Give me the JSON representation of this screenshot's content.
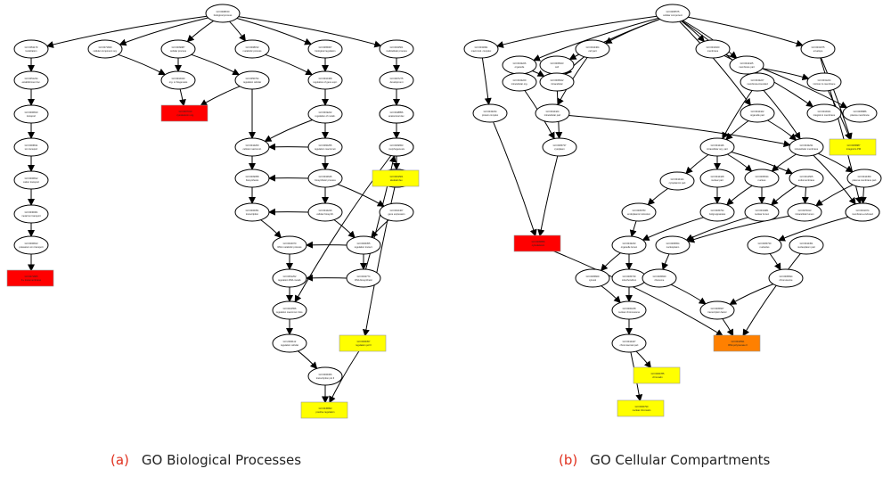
{
  "captions": {
    "a": {
      "letter": "(a)",
      "text": "GO Biological Processes"
    },
    "b": {
      "letter": "(b)",
      "text": "GO Cellular Compartments"
    }
  },
  "colors": {
    "highlight_strong": "#ff0000",
    "highlight_medium": "#ff8000",
    "highlight_weak": "#ffff00",
    "node_stroke": "#000000",
    "edge": "#000000"
  },
  "graphs": [
    {
      "id": "bp",
      "nodes": [
        {
          "id": "r",
          "shape": "ellipse",
          "label": "GO:0008150 biological process"
        },
        {
          "id": "c1",
          "shape": "ellipse",
          "label": "GO:0051179 localization"
        },
        {
          "id": "c2",
          "shape": "ellipse",
          "label": "GO:0071840 cellular component org."
        },
        {
          "id": "c3",
          "shape": "ellipse",
          "label": "GO:0009987 cellular process"
        },
        {
          "id": "c4",
          "shape": "ellipse",
          "label": "GO:0008152 metabolic process"
        },
        {
          "id": "c5",
          "shape": "ellipse",
          "label": "GO:0065007 biological regulation"
        },
        {
          "id": "c6",
          "shape": "ellipse",
          "label": "GO:0032501 multicellular process"
        },
        {
          "id": "L2",
          "shape": "ellipse",
          "label": "GO:0051234 establishment loc."
        },
        {
          "id": "L3",
          "shape": "ellipse",
          "label": "GO:0006810 transport"
        },
        {
          "id": "L4",
          "shape": "ellipse",
          "label": "GO:0006811 ion transport"
        },
        {
          "id": "L5",
          "shape": "ellipse",
          "label": "GO:0006812 cation transport"
        },
        {
          "id": "L6",
          "shape": "ellipse",
          "label": "GO:0030001 metal ion transport"
        },
        {
          "id": "L7",
          "shape": "ellipse",
          "label": "GO:0006813 potassium ion transport"
        },
        {
          "id": "L8",
          "shape": "rect",
          "fill": "red",
          "label": "GO:0071805 K+ transmembrane"
        },
        {
          "id": "m1",
          "shape": "ellipse",
          "label": "GO:0016043 org. or biogenesis"
        },
        {
          "id": "m2",
          "shape": "ellipse",
          "label": "GO:0050794 regulation cellular"
        },
        {
          "id": "mr",
          "shape": "rect",
          "fill": "red",
          "label": "GO:0007010 cytoskeleton org."
        },
        {
          "id": "g2",
          "shape": "ellipse",
          "label": "GO:0010468 regulation of gene expr."
        },
        {
          "id": "g3",
          "shape": "ellipse",
          "label": "GO:0019222 regulation of metab."
        },
        {
          "id": "g4",
          "shape": "ellipse",
          "label": "GO:0060255 regulation macromol."
        },
        {
          "id": "h3",
          "shape": "ellipse",
          "label": "GO:0044260 cellular macromol."
        },
        {
          "id": "h4",
          "shape": "ellipse",
          "label": "GO:0034645 biosynthetic process"
        },
        {
          "id": "i1",
          "shape": "ellipse",
          "label": "GO:0009058 biosynthesis"
        },
        {
          "id": "i2",
          "shape": "ellipse",
          "label": "GO:0044249 cellular biosynth."
        },
        {
          "id": "i3",
          "shape": "ellipse",
          "label": "GO:0010467 gene expression"
        },
        {
          "id": "j1",
          "shape": "ellipse",
          "label": "GO:0006351 transcription"
        },
        {
          "id": "j2",
          "shape": "ellipse",
          "label": "GO:0006355 regulation transcr."
        },
        {
          "id": "j3",
          "shape": "ellipse",
          "label": "GO:0045449 regulation RNA"
        },
        {
          "id": "k1",
          "shape": "ellipse",
          "label": "GO:0016070 RNA metabolic process"
        },
        {
          "id": "k2",
          "shape": "ellipse",
          "label": "GO:0032774 RNA biosynthetic"
        },
        {
          "id": "l1",
          "shape": "ellipse",
          "label": "GO:0051252 regulation RNA metab."
        },
        {
          "id": "l2",
          "shape": "ellipse",
          "label": "GO:0031326 regulation biosynth."
        },
        {
          "id": "n1",
          "shape": "ellipse",
          "label": "GO:0010556 regulation macromol. bios."
        },
        {
          "id": "n2",
          "shape": "ellipse",
          "label": "GO:0009889 regulation of biosynthesis"
        },
        {
          "id": "p1",
          "shape": "ellipse",
          "label": "GO:2000112 regulation cellular"
        },
        {
          "id": "ry",
          "shape": "rect",
          "fill": "yellow",
          "label": "GO:0006357 regulation pol II"
        },
        {
          "id": "q1",
          "shape": "ellipse",
          "label": "GO:0006366 transcription pol II"
        },
        {
          "id": "fy",
          "shape": "rect",
          "fill": "yellow",
          "label": "GO:0045893 positive regulation"
        },
        {
          "id": "r2",
          "shape": "ellipse",
          "label": "GO:0007275 development"
        },
        {
          "id": "r3",
          "shape": "ellipse",
          "label": "GO:0048856 anatomical dev."
        },
        {
          "id": "r4",
          "shape": "ellipse",
          "label": "GO:0009653 morphogenesis"
        },
        {
          "id": "r5",
          "shape": "ellipse",
          "label": "GO:0048513 organ development"
        },
        {
          "id": "ry2",
          "shape": "rect",
          "fill": "yellow",
          "label": "GO:0001501 skeletal dev."
        }
      ],
      "edges": [
        [
          "r",
          "c1"
        ],
        [
          "r",
          "c2"
        ],
        [
          "r",
          "c3"
        ],
        [
          "r",
          "c4"
        ],
        [
          "r",
          "c5"
        ],
        [
          "r",
          "c6"
        ],
        [
          "c1",
          "L2"
        ],
        [
          "L2",
          "L3"
        ],
        [
          "L3",
          "L4"
        ],
        [
          "L4",
          "L5"
        ],
        [
          "L5",
          "L6"
        ],
        [
          "L6",
          "L7"
        ],
        [
          "L7",
          "L8"
        ],
        [
          "c2",
          "m1"
        ],
        [
          "c3",
          "m1"
        ],
        [
          "c3",
          "m2"
        ],
        [
          "m1",
          "mr"
        ],
        [
          "m2",
          "mr"
        ],
        [
          "m2",
          "h3"
        ],
        [
          "c4",
          "g2"
        ],
        [
          "c5",
          "g2"
        ],
        [
          "g2",
          "g3"
        ],
        [
          "g3",
          "g4"
        ],
        [
          "g3",
          "h3"
        ],
        [
          "g4",
          "h3"
        ],
        [
          "g4",
          "h4"
        ],
        [
          "h3",
          "i1"
        ],
        [
          "h4",
          "i1"
        ],
        [
          "h4",
          "i2"
        ],
        [
          "h4",
          "i3"
        ],
        [
          "i1",
          "j1"
        ],
        [
          "i2",
          "j1"
        ],
        [
          "i2",
          "j2"
        ],
        [
          "i3",
          "j2"
        ],
        [
          "j1",
          "k1"
        ],
        [
          "j2",
          "k1"
        ],
        [
          "j2",
          "k2"
        ],
        [
          "k1",
          "l1"
        ],
        [
          "k2",
          "l2"
        ],
        [
          "k2",
          "l1"
        ],
        [
          "l1",
          "n1"
        ],
        [
          "l2",
          "n1"
        ],
        [
          "l2",
          "n2"
        ],
        [
          "n1",
          "p1"
        ],
        [
          "n2",
          "ry"
        ],
        [
          "p1",
          "q1"
        ],
        [
          "q1",
          "fy"
        ],
        [
          "ry",
          "fy"
        ],
        [
          "c6",
          "r2"
        ],
        [
          "r2",
          "r3"
        ],
        [
          "r3",
          "r4"
        ],
        [
          "r4",
          "r5"
        ],
        [
          "r5",
          "ry2"
        ]
      ]
    },
    {
      "id": "cc",
      "nodes": [
        {
          "id": "R",
          "shape": "ellipse",
          "label": "GO:0005575 cellular component"
        },
        {
          "id": "A1",
          "shape": "ellipse",
          "label": "GO:0032991 macromol. complex"
        },
        {
          "id": "A2",
          "shape": "ellipse",
          "label": "GO:0043226 organelle"
        },
        {
          "id": "A3",
          "shape": "ellipse",
          "label": "GO:0005623 cell"
        },
        {
          "id": "A4",
          "shape": "ellipse",
          "label": "GO:0044464 cell part"
        },
        {
          "id": "A5",
          "shape": "ellipse",
          "label": "GO:0016020 membrane"
        },
        {
          "id": "A6",
          "shape": "ellipse",
          "label": "GO:0044425 membrane part"
        },
        {
          "id": "A7",
          "shape": "ellipse",
          "label": "GO:0031975 envelope"
        },
        {
          "id": "B1",
          "shape": "ellipse",
          "label": "GO:0043234 protein complex"
        },
        {
          "id": "B2",
          "shape": "ellipse",
          "label": "GO:0043229 intracellular org."
        },
        {
          "id": "B3",
          "shape": "ellipse",
          "label": "GO:0005622 intracellular"
        },
        {
          "id": "B4",
          "shape": "ellipse",
          "label": "GO:0044424 intracellular part"
        },
        {
          "id": "B5",
          "shape": "ellipse",
          "label": "GO:0031224 intrinsic to membrane"
        },
        {
          "id": "C1",
          "shape": "ellipse",
          "label": "GO:0044422 organelle part"
        },
        {
          "id": "C2",
          "shape": "ellipse",
          "label": "GO:0043227 membrane-bounded"
        },
        {
          "id": "C3",
          "shape": "ellipse",
          "label": "GO:0016021 integral to membrane"
        },
        {
          "id": "C4",
          "shape": "ellipse",
          "label": "GO:0005886 plasma membrane"
        },
        {
          "id": "C5",
          "shape": "ellipse",
          "label": "GO:0044446 intracellular org. part"
        },
        {
          "id": "CY",
          "shape": "rect",
          "fill": "yellow",
          "label": "GO:0005887 integral to PM"
        },
        {
          "id": "D1",
          "shape": "ellipse",
          "label": "GO:0005737 cytoplasm"
        },
        {
          "id": "D2",
          "shape": "ellipse",
          "label": "GO:0043231 intracellular membrane"
        },
        {
          "id": "DR",
          "shape": "rect",
          "fill": "red",
          "label": "GO:0005856 cytoskeleton"
        },
        {
          "id": "E1",
          "shape": "ellipse",
          "label": "GO:0044444 cytoplasmic part"
        },
        {
          "id": "E2",
          "shape": "ellipse",
          "label": "GO:0044428 nuclear part"
        },
        {
          "id": "E3",
          "shape": "ellipse",
          "label": "GO:0005634 nucleus"
        },
        {
          "id": "E4",
          "shape": "ellipse",
          "label": "GO:0012505 endomembrane"
        },
        {
          "id": "E5",
          "shape": "ellipse",
          "label": "GO:0044459 plasma membrane part"
        },
        {
          "id": "E6",
          "shape": "ellipse",
          "label": "GO:0031090 organelle membrane"
        },
        {
          "id": "F1",
          "shape": "ellipse",
          "label": "GO:0005783 endoplasmic reticulum"
        },
        {
          "id": "F2",
          "shape": "ellipse",
          "label": "GO:0005794 Golgi apparatus"
        },
        {
          "id": "F3",
          "shape": "ellipse",
          "label": "GO:0031981 nuclear lumen"
        },
        {
          "id": "F4",
          "shape": "ellipse",
          "label": "GO:0070013 intracellular lumen"
        },
        {
          "id": "F5",
          "shape": "ellipse",
          "label": "GO:0031974 membrane-enclosed"
        },
        {
          "id": "G1",
          "shape": "ellipse",
          "label": "GO:0043233 organelle lumen"
        },
        {
          "id": "G2",
          "shape": "ellipse",
          "label": "GO:0005654 nucleoplasm"
        },
        {
          "id": "G3",
          "shape": "ellipse",
          "label": "GO:0005730 nucleolus"
        },
        {
          "id": "G4",
          "shape": "ellipse",
          "label": "GO:0044451 nucleoplasm part"
        },
        {
          "id": "H1",
          "shape": "ellipse",
          "label": "GO:0005829 cytosol"
        },
        {
          "id": "H2",
          "shape": "ellipse",
          "label": "GO:0005739 mitochondrion"
        },
        {
          "id": "H3",
          "shape": "ellipse",
          "label": "GO:0005840 ribosome"
        },
        {
          "id": "H4",
          "shape": "ellipse",
          "label": "GO:0005694 chromosome"
        },
        {
          "id": "I1",
          "shape": "ellipse",
          "label": "GO:0000228 nuclear chromosome"
        },
        {
          "id": "I2",
          "shape": "ellipse",
          "label": "GO:0005667 transcription factor"
        },
        {
          "id": "IO",
          "shape": "rect",
          "fill": "orange",
          "label": "GO:0016591 RNA polymerase II"
        },
        {
          "id": "J1",
          "shape": "ellipse",
          "label": "GO:0044427 chromosomal part"
        },
        {
          "id": "JY",
          "shape": "rect",
          "fill": "yellow",
          "label": "GO:0000790 nuclear chromatin"
        },
        {
          "id": "KY",
          "shape": "rect",
          "fill": "yellow",
          "label": "GO:0000785 chromatin"
        }
      ],
      "edges": [
        [
          "R",
          "A1"
        ],
        [
          "R",
          "A2"
        ],
        [
          "R",
          "A3"
        ],
        [
          "R",
          "A4"
        ],
        [
          "R",
          "A5"
        ],
        [
          "R",
          "A6"
        ],
        [
          "R",
          "A7"
        ],
        [
          "R",
          "C1"
        ],
        [
          "R",
          "C2"
        ],
        [
          "A1",
          "B1"
        ],
        [
          "A2",
          "B2"
        ],
        [
          "A2",
          "B3"
        ],
        [
          "A3",
          "B3"
        ],
        [
          "A4",
          "B3"
        ],
        [
          "A4",
          "B4"
        ],
        [
          "A5",
          "C4"
        ],
        [
          "A5",
          "C3"
        ],
        [
          "A6",
          "B5"
        ],
        [
          "A7",
          "CY"
        ],
        [
          "B5",
          "CY"
        ],
        [
          "A7",
          "E6"
        ],
        [
          "B2",
          "D1"
        ],
        [
          "B3",
          "D1"
        ],
        [
          "B1",
          "DR"
        ],
        [
          "D1",
          "DR"
        ],
        [
          "B4",
          "D2"
        ],
        [
          "C1",
          "C5"
        ],
        [
          "C2",
          "C5"
        ],
        [
          "C1",
          "D2"
        ],
        [
          "C2",
          "D2"
        ],
        [
          "C5",
          "E1"
        ],
        [
          "C5",
          "E2"
        ],
        [
          "C5",
          "E3"
        ],
        [
          "C5",
          "E4"
        ],
        [
          "D2",
          "E3"
        ],
        [
          "D2",
          "E5"
        ],
        [
          "D2",
          "E6"
        ],
        [
          "E1",
          "F1"
        ],
        [
          "E2",
          "F2"
        ],
        [
          "E3",
          "F2"
        ],
        [
          "E3",
          "F3"
        ],
        [
          "E4",
          "F3"
        ],
        [
          "E4",
          "F4"
        ],
        [
          "E5",
          "F4"
        ],
        [
          "E5",
          "F5"
        ],
        [
          "E6",
          "F5"
        ],
        [
          "F1",
          "G1"
        ],
        [
          "F2",
          "G1"
        ],
        [
          "F3",
          "G2"
        ],
        [
          "F4",
          "G2"
        ],
        [
          "F5",
          "G3"
        ],
        [
          "G1",
          "H1"
        ],
        [
          "G1",
          "H2"
        ],
        [
          "G2",
          "H3"
        ],
        [
          "G3",
          "H4"
        ],
        [
          "H1",
          "I1"
        ],
        [
          "H2",
          "I1"
        ],
        [
          "H3",
          "I2"
        ],
        [
          "H4",
          "I2"
        ],
        [
          "I1",
          "J1"
        ],
        [
          "J1",
          "JY"
        ],
        [
          "J1",
          "KY"
        ],
        [
          "I2",
          "IO"
        ],
        [
          "G4",
          "IO"
        ],
        [
          "DR",
          "IO"
        ]
      ]
    }
  ]
}
